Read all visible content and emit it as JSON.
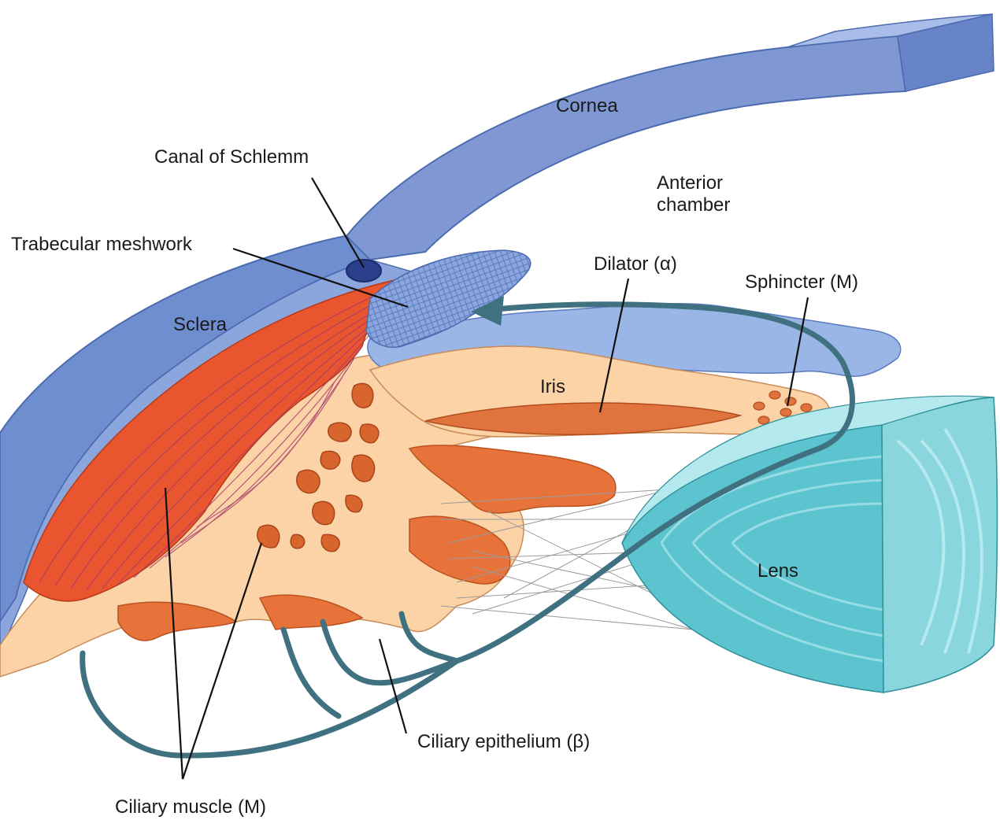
{
  "labels": {
    "cornea": "Cornea",
    "canal_of_schlemm": "Canal of Schlemm",
    "anterior_chamber_line1": "Anterior",
    "anterior_chamber_line2": "chamber",
    "trabecular_meshwork": "Trabecular meshwork",
    "dilator": "Dilator (α)",
    "sphincter": "Sphincter (M)",
    "sclera": "Sclera",
    "iris": "Iris",
    "lens": "Lens",
    "ciliary_epithelium": "Ciliary epithelium (β)",
    "ciliary_muscle": "Ciliary muscle (M)"
  },
  "colors": {
    "cornea": "#7f98d4",
    "sclera": "#6f8ed0",
    "ciliary_muscle": "#e8552e",
    "ciliary_body": "#fbd3a6",
    "pigment": "#d9652e",
    "iris_blue": "#9ab6e6",
    "lens": "#5cc4cf",
    "nerve": "#3f7181",
    "trabecular": "#8aa6e0"
  }
}
